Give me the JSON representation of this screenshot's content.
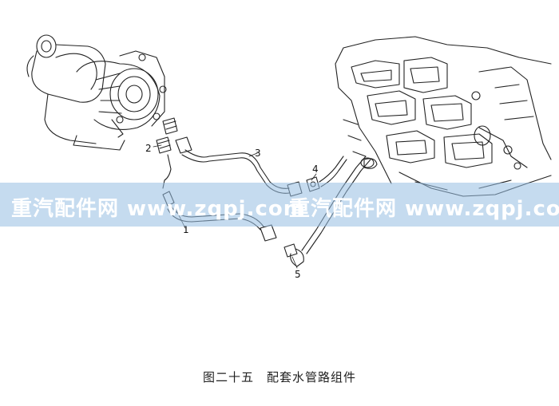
{
  "caption": "图二十五　配套水管路组件",
  "callouts": [
    "1",
    "2",
    "3",
    "4",
    "5"
  ],
  "watermark": {
    "left": "重汽配件网 www.zqpj.com",
    "right": "重汽配件网 www.zqpj.com"
  }
}
